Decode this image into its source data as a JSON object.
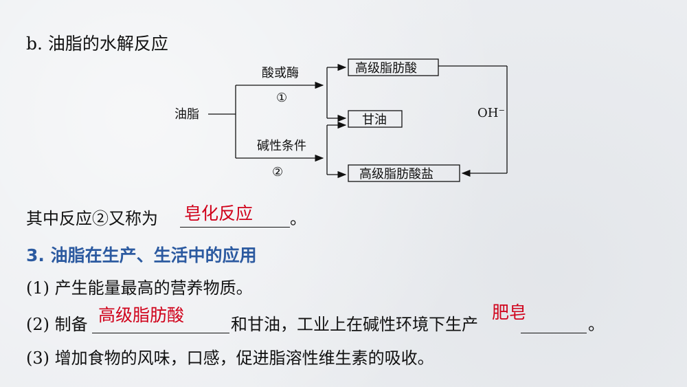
{
  "section_b_title": "b. 油脂的水解反应",
  "diagram": {
    "start": "油脂",
    "acid_condition": "酸或酶",
    "acid_number": "①",
    "base_condition": "碱性条件",
    "base_number": "②",
    "product_fatty_acid": "高级脂肪酸",
    "product_glycerol": "甘油",
    "product_salt": "高级脂肪酸盐",
    "hydroxide": "OH⁻"
  },
  "reaction2": {
    "prefix": "其中反应②又称为",
    "answer": "皂化反应",
    "suffix": "。"
  },
  "section3_heading": "3. 油脂在生产、生活中的应用",
  "item1": "(1) 产生能量最高的营养物质。",
  "item2": {
    "prefix": "(2) 制备",
    "answer1": "高级脂肪酸",
    "middle": "和甘油，工业上在碱性环境下生产",
    "answer2": "肥皂",
    "suffix": "。"
  },
  "item3": "(3) 增加食物的风味，口感，促进脂溶性维生素的吸收。",
  "colors": {
    "heading_blue": "#2c5aa0",
    "answer_red": "#d0021b"
  }
}
